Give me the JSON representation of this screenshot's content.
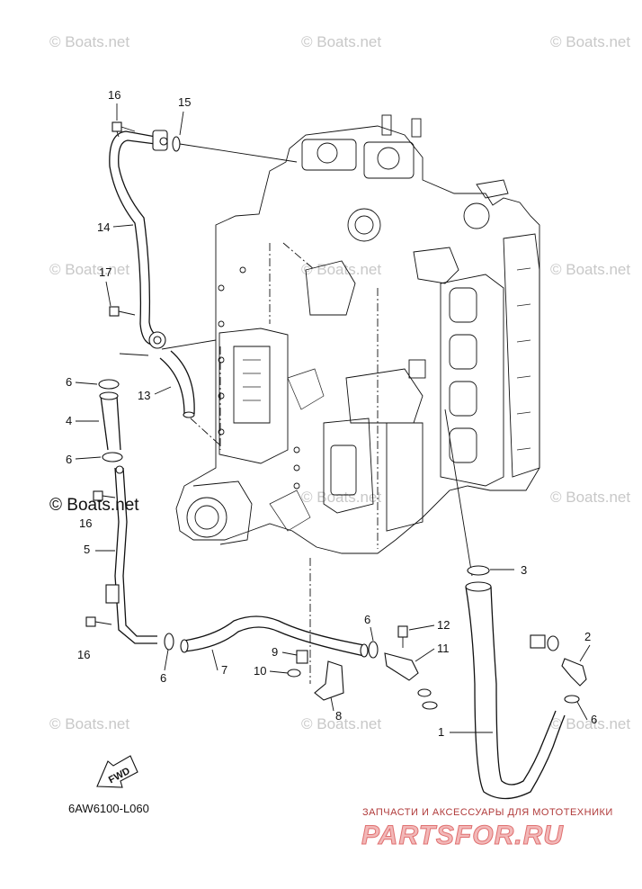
{
  "watermarks": {
    "faint": "© Boats.net",
    "bold": "© Boats.net"
  },
  "callouts": {
    "c1": "1",
    "c2": "2",
    "c3": "3",
    "c4": "4",
    "c5": "5",
    "c6a": "6",
    "c6b": "6",
    "c6c": "6",
    "c6d": "6",
    "c6e": "6",
    "c7": "7",
    "c8": "8",
    "c9": "9",
    "c10": "10",
    "c11": "11",
    "c12": "12",
    "c13": "13",
    "c14": "14",
    "c15": "15",
    "c16a": "16",
    "c16b": "16",
    "c16c": "16",
    "c17": "17"
  },
  "fwd_label": "FWD",
  "diagram_code": "6AW6100-L060",
  "brand": {
    "tagline": "ЗАПЧАСТИ И АКСЕССУАРЫ ДЛЯ МОТОТЕХНИКИ",
    "name": "PARTSFOR.RU"
  }
}
